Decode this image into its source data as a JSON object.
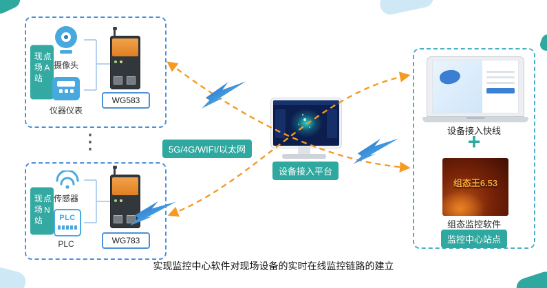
{
  "colors": {
    "teal": "#2fa8a0",
    "blue": "#4a90d9",
    "orange_arrow": "#f59a23",
    "bolt_blue": "#1d64c8",
    "light_blue": "#cfe8f5"
  },
  "site_a": {
    "label": "现场站点A",
    "camera_label": "摄像头",
    "instrument_label": "仪器仪表",
    "gateway_label": "WG583"
  },
  "site_n": {
    "label": "现场站点N",
    "sensor_label": "传感器",
    "plc_icon_text": "PLC",
    "plc_label": "PLC",
    "gateway_label": "WG783"
  },
  "ellipsis": "⋮",
  "network": {
    "label": "5G/4G/WIFI/以太网"
  },
  "platform": {
    "label": "设备接入平台"
  },
  "monitoring_center": {
    "laptop_caption": "设备接入快线",
    "plus": "+",
    "scada_screen_text": "组态王6.53",
    "scada_caption": "组态监控软件",
    "footer_label": "监控中心站点"
  },
  "caption": "实现监控中心软件对现场设备的实时在线监控链路的建立"
}
